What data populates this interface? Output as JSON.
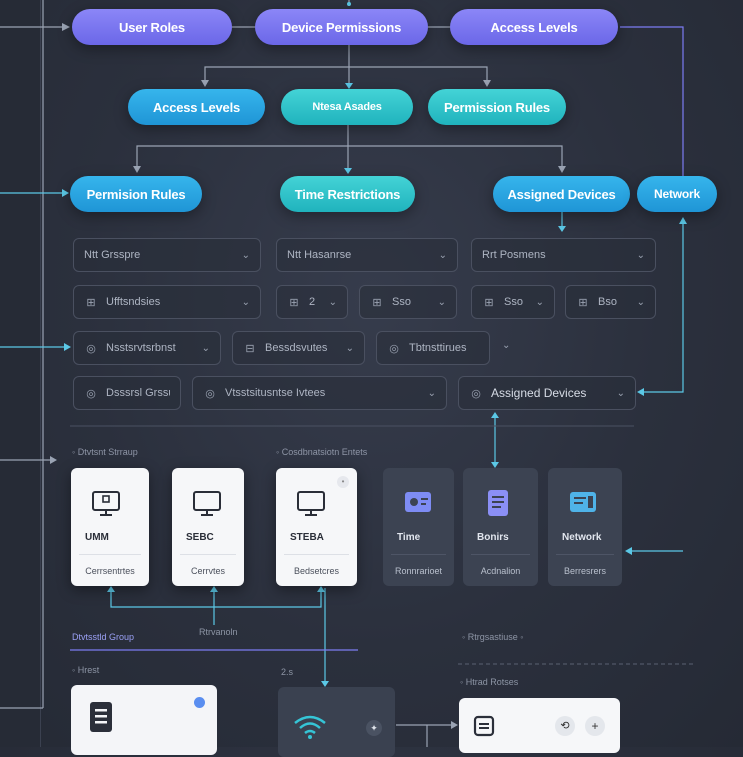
{
  "top_row": [
    "User Roles",
    "Device Permissions",
    "Access Levels"
  ],
  "second_row": [
    "Access Levels",
    "Ntesa Asades",
    "Permission Rules"
  ],
  "third_row": [
    "Permision Rules",
    "Time Restrictions",
    "Assigned Devices",
    "Network"
  ],
  "dropdown_row1": [
    "Ntt Grsspre",
    "Ntt Hasanrse",
    "Rrt Posmens"
  ],
  "dropdown_row2": [
    "Ufftsndsies",
    "2",
    "Sso",
    "Sso",
    "Bso"
  ],
  "dropdown_row3": [
    "Nsstsrvtsrbnst",
    "Bessdsvutes",
    "Tbtnsttirues"
  ],
  "dropdown_row4": [
    "Dsssrsl Grssup",
    "Vtsstsitusntse Ivtees",
    "Assigned Devices"
  ],
  "captions": {
    "device_group": "Dtvtsnt Strraup",
    "combination": "Cosdbnatsiotn Entets",
    "device_group_2": "Dtvtsstld Group",
    "station": "Rtrvanoln",
    "regulation": "Rtrgsastiuse",
    "host": "Hrest",
    "small": "2.s",
    "head_roles": "Htrad Rotses"
  },
  "cards": [
    {
      "title": "UMM",
      "sub": "Cerrsentrtes",
      "icon": "monitor-lock-icon"
    },
    {
      "title": "SEBC",
      "sub": "Cerrvtes",
      "icon": "monitor-icon"
    },
    {
      "title": "STEBA",
      "sub": "Bedsetcres",
      "icon": "monitor-icon"
    },
    {
      "title": "Time",
      "sub": "Ronnrarioet",
      "icon": "time-card-icon"
    },
    {
      "title": "Bonirs",
      "sub": "Acdnalion",
      "icon": "document-card-icon"
    },
    {
      "title": "Network",
      "sub": "Berresrers",
      "icon": "network-card-icon"
    }
  ],
  "colors": {
    "purple": "#7b76f0",
    "blue": "#2aa6e3",
    "teal": "#32c4c9",
    "line": "#5bc8e6"
  }
}
